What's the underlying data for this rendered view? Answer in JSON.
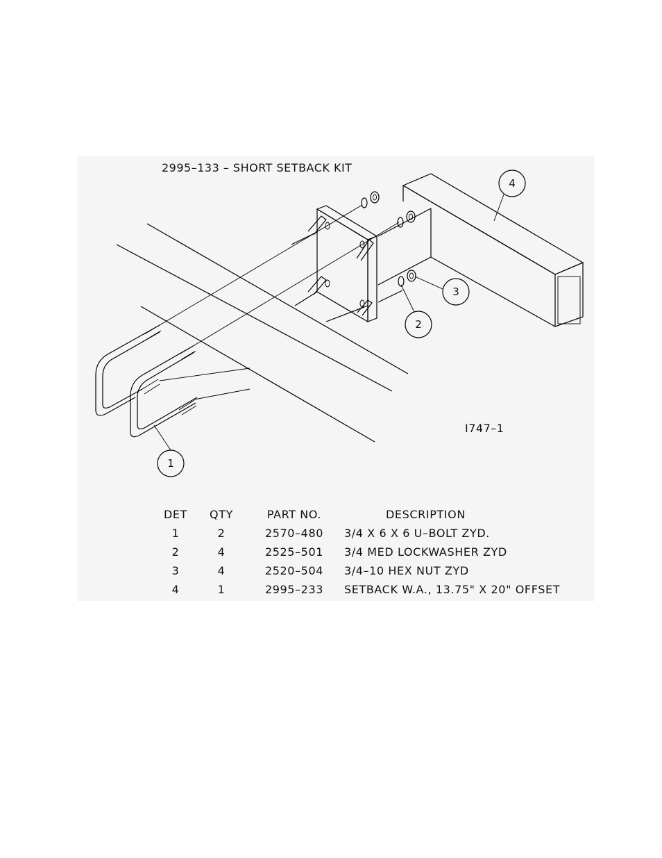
{
  "drawing": {
    "title": "2995–133 – SHORT SETBACK KIT",
    "drawing_number": "I747–1",
    "balloons": [
      "1",
      "2",
      "3",
      "4"
    ]
  },
  "bom": {
    "headers": {
      "det": "DET",
      "qty": "QTY",
      "part": "PART NO.",
      "desc": "DESCRIPTION"
    },
    "rows": [
      {
        "det": "1",
        "qty": "2",
        "part": "2570–480",
        "desc": "3/4 X 6 X 6 U–BOLT ZYD."
      },
      {
        "det": "2",
        "qty": "4",
        "part": "2525–501",
        "desc": "3/4 MED LOCKWASHER ZYD"
      },
      {
        "det": "3",
        "qty": "4",
        "part": "2520–504",
        "desc": "3/4–10 HEX NUT ZYD"
      },
      {
        "det": "4",
        "qty": "1",
        "part": "2995–233",
        "desc": "SETBACK W.A., 13.75\" X 20\" OFFSET"
      }
    ]
  }
}
